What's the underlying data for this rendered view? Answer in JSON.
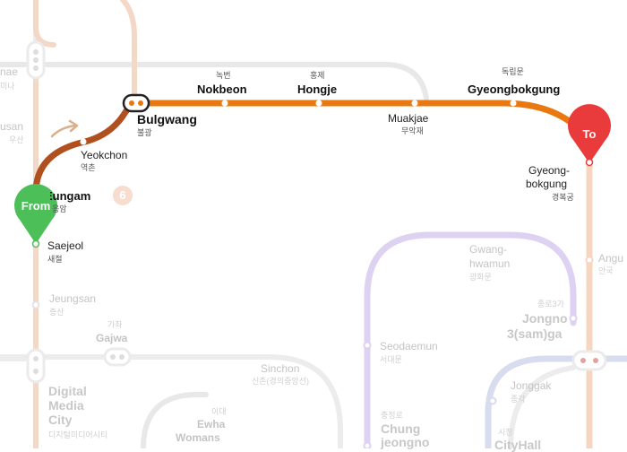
{
  "colors": {
    "route_brown": "#b0501f",
    "route_orange": "#e8780f",
    "line6_faded": "#f3d8c8",
    "purple_faded": "#ddd2f2",
    "grey_faded": "#e4e4e4",
    "from_pin": "#4cbf58",
    "to_pin": "#e93b3b"
  },
  "pins": {
    "from": "From",
    "to": "To"
  },
  "line_badge": "6",
  "stations": {
    "nokbeon": {
      "en": "Nokbeon",
      "ko": "녹번"
    },
    "hongje": {
      "en": "Hongje",
      "ko": "홍제"
    },
    "gyeongbokgung_top": {
      "en": "Gyeongbokgung",
      "ko": "독립문"
    },
    "bulgwang": {
      "en": "Bulgwang",
      "ko": "불광"
    },
    "muakjae": {
      "en": "Muakjae",
      "ko": "무악재"
    },
    "yeokchon": {
      "en": "Yeokchon",
      "ko": "역촌"
    },
    "gyeongbokgung_dest": {
      "en_line1": "Gyeong-",
      "en_line2": "bokgung",
      "ko": "경복궁"
    },
    "eungam": {
      "en": "Eungam",
      "ko": "응암"
    },
    "saejeol": {
      "en": "Saejeol",
      "ko": "새절"
    }
  },
  "faded_labels": {
    "nae": "nae",
    "nae_ko": "미나",
    "usan": "usan",
    "usan_ko": "우산",
    "jeungsan": "Jeungsan",
    "jeungsan_ko": "증산",
    "gajwa_ko": "가좌",
    "gajwa": "Gajwa",
    "digital_1": "Digital",
    "digital_2": "Media",
    "digital_3": "City",
    "digital_ko": "디지털미디어시티",
    "sinchon": "Sinchon",
    "sinchon_ko": "신촌(경의중앙선)",
    "ewha_ko": "이대",
    "ewha_1": "Ewha",
    "ewha_2": "Womans",
    "gwanghwamun_1": "Gwang-",
    "gwanghwamun_2": "hwamun",
    "gwanghwamun_ko": "광화문",
    "seodaemun": "Seodaemun",
    "seodaemun_ko": "서대문",
    "jongno3_ko": "종로3가",
    "jongno3_1": "Jongno",
    "jongno3_2": "3(sam)ga",
    "jonggak": "Jonggak",
    "jonggak_ko": "종각",
    "chungjeongno_ko": "충정로",
    "chungjeongno_1": "Chung",
    "chungjeongno_2": "jeongno",
    "cityhall_ko": "시청",
    "cityhall": "CityHall",
    "angu": "Angu",
    "angu_ko": "안국"
  }
}
